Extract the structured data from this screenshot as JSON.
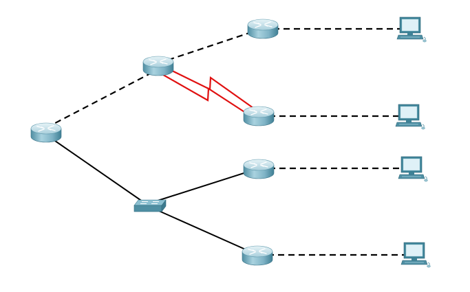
{
  "diagram": {
    "type": "network-topology",
    "labels": [],
    "colors": {
      "background": "#ffffff",
      "ethernet_link": "#000000",
      "serial_link": "#e01010",
      "router_body": "#7fb3c6",
      "router_top": "#cfe6ee",
      "switch_body": "#4f8fa3",
      "pc_monitor": "#3f8499"
    },
    "devices": [
      {
        "id": "router-core",
        "kind": "router",
        "icon": "router-icon"
      },
      {
        "id": "router-upper",
        "kind": "router",
        "icon": "router-icon"
      },
      {
        "id": "router-1",
        "kind": "router",
        "icon": "router-icon"
      },
      {
        "id": "router-2",
        "kind": "router",
        "icon": "router-icon"
      },
      {
        "id": "router-3",
        "kind": "router",
        "icon": "router-icon"
      },
      {
        "id": "router-4",
        "kind": "router",
        "icon": "router-icon"
      },
      {
        "id": "switch-1",
        "kind": "switch",
        "icon": "switch-icon"
      },
      {
        "id": "pc-1",
        "kind": "pc",
        "icon": "pc-icon"
      },
      {
        "id": "pc-2",
        "kind": "pc",
        "icon": "pc-icon"
      },
      {
        "id": "pc-3",
        "kind": "pc",
        "icon": "pc-icon"
      },
      {
        "id": "pc-4",
        "kind": "pc",
        "icon": "pc-icon"
      }
    ],
    "links": [
      {
        "from": "router-core",
        "to": "router-upper",
        "style": "dashed"
      },
      {
        "from": "router-upper",
        "to": "router-1",
        "style": "dashed"
      },
      {
        "from": "router-upper",
        "to": "router-2",
        "style": "serial"
      },
      {
        "from": "router-core",
        "to": "switch-1",
        "style": "solid"
      },
      {
        "from": "switch-1",
        "to": "router-3",
        "style": "solid"
      },
      {
        "from": "switch-1",
        "to": "router-4",
        "style": "solid"
      },
      {
        "from": "router-1",
        "to": "pc-1",
        "style": "dashed"
      },
      {
        "from": "router-2",
        "to": "pc-2",
        "style": "dashed"
      },
      {
        "from": "router-3",
        "to": "pc-3",
        "style": "dashed"
      },
      {
        "from": "router-4",
        "to": "pc-4",
        "style": "dashed"
      }
    ]
  }
}
